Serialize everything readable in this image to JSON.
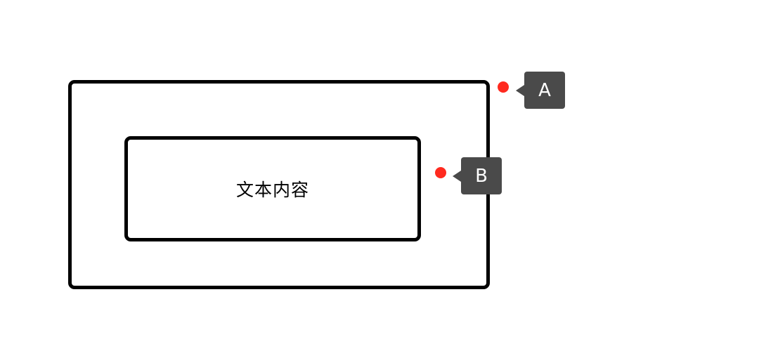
{
  "diagram": {
    "inner_text": "文本内容",
    "labels": {
      "a": "A",
      "b": "B"
    },
    "colors": {
      "stroke": "#000000",
      "marker": "#ff2a1f",
      "tag_background": "#4a4a4a",
      "tag_text": "#ffffff"
    }
  }
}
